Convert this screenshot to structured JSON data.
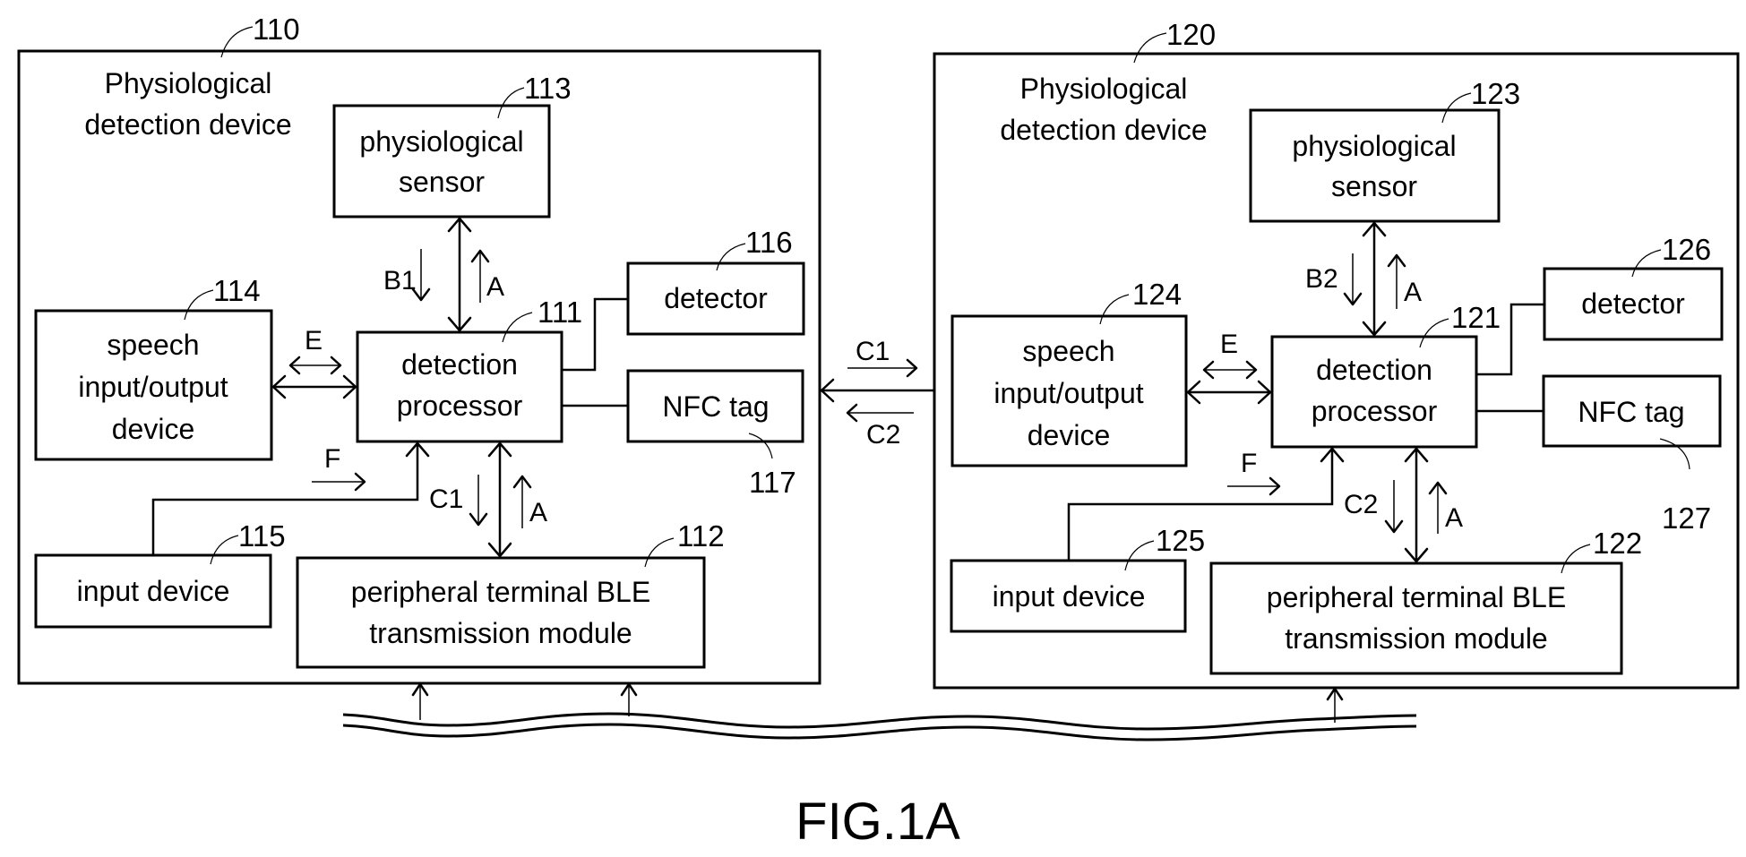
{
  "figure_caption": "FIG.1A",
  "devices": [
    {
      "ref": "110",
      "title_line1": "Physiological",
      "title_line2": "detection device",
      "processor": {
        "ref": "111",
        "line1": "detection",
        "line2": "processor"
      },
      "ble_module": {
        "ref": "112",
        "line1": "peripheral terminal BLE",
        "line2": "transmission module"
      },
      "sensor": {
        "ref": "113",
        "line1": "physiological",
        "line2": "sensor"
      },
      "speech": {
        "ref": "114",
        "line1": "speech",
        "line2": "input/output",
        "line3": "device"
      },
      "input": {
        "ref": "115",
        "label": "input device"
      },
      "detector": {
        "ref": "116",
        "label": "detector"
      },
      "nfc": {
        "ref": "117",
        "label": "NFC tag"
      },
      "signals": {
        "sensor_down": "B1",
        "sensor_up": "A",
        "speech": "E",
        "input": "F",
        "ble_down": "C1",
        "ble_up": "A"
      }
    },
    {
      "ref": "120",
      "title_line1": "Physiological",
      "title_line2": "detection device",
      "processor": {
        "ref": "121",
        "line1": "detection",
        "line2": "processor"
      },
      "ble_module": {
        "ref": "122",
        "line1": "peripheral terminal BLE",
        "line2": "transmission module"
      },
      "sensor": {
        "ref": "123",
        "line1": "physiological",
        "line2": "sensor"
      },
      "speech": {
        "ref": "124",
        "line1": "speech",
        "line2": "input/output",
        "line3": "device"
      },
      "input": {
        "ref": "125",
        "label": "input device"
      },
      "detector": {
        "ref": "126",
        "label": "detector"
      },
      "nfc": {
        "ref": "127",
        "label": "NFC tag"
      },
      "signals": {
        "sensor_down": "B2",
        "sensor_up": "A",
        "speech": "E",
        "input": "F",
        "ble_down": "C2",
        "ble_up": "A"
      }
    }
  ],
  "inter_device": {
    "to_right": "C1",
    "to_left": "C2"
  }
}
